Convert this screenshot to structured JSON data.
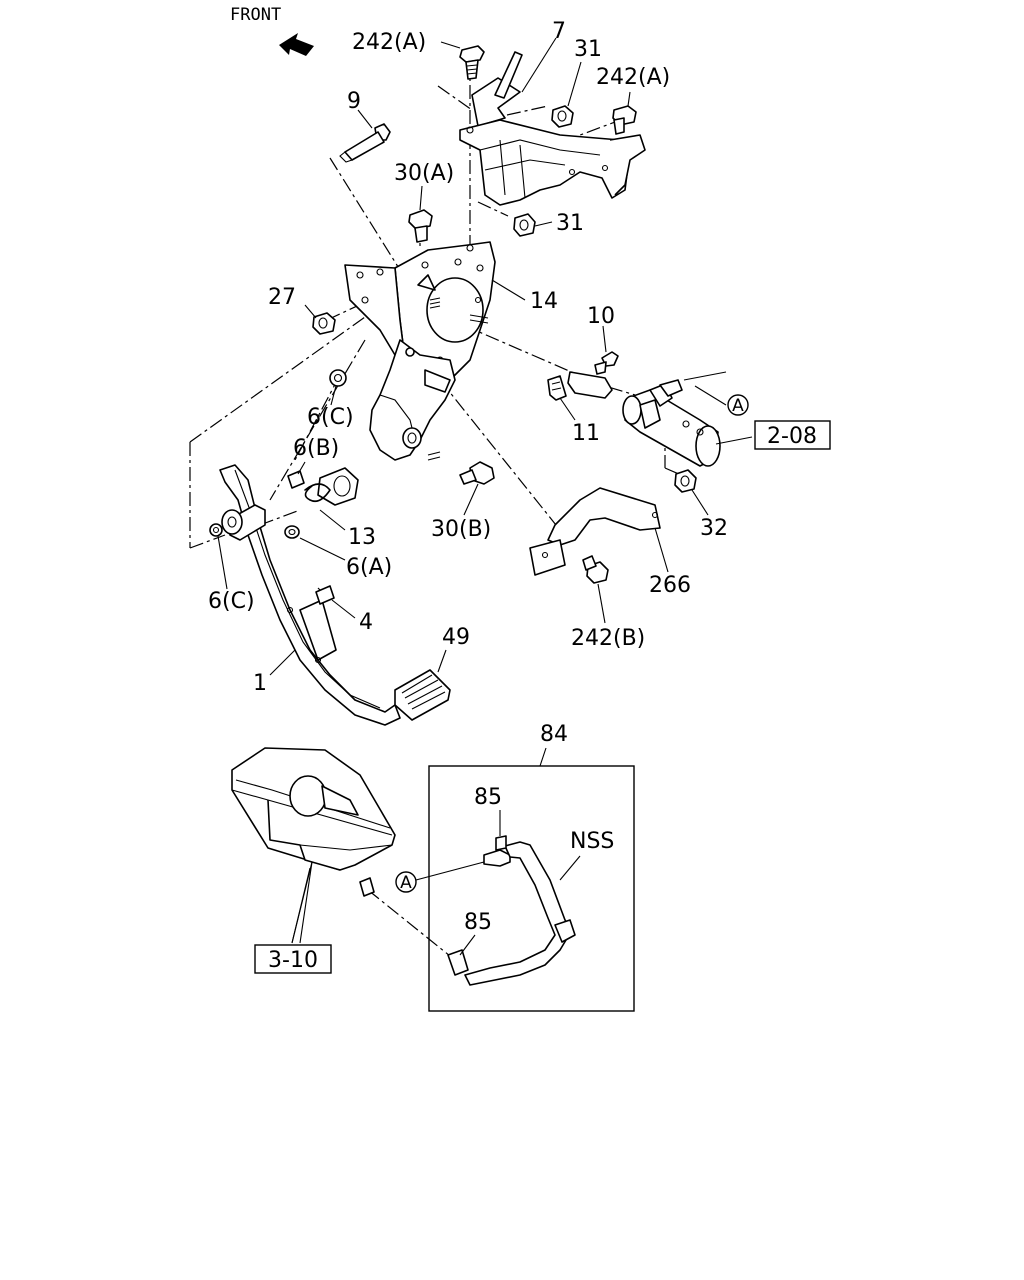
{
  "front_label": "FRONT",
  "labels": {
    "p242a_top": "242(A)",
    "p7": "7",
    "p31_top": "31",
    "p242a_right": "242(A)",
    "p9": "9",
    "p30a": "30(A)",
    "p31_mid": "31",
    "p27": "27",
    "p14": "14",
    "p10": "10",
    "p11": "11",
    "p6c_upper": "6(C)",
    "p6b": "6(B)",
    "p13": "13",
    "p30b": "30(B)",
    "p6a": "6(A)",
    "p6c_lower": "6(C)",
    "p4": "4",
    "p1": "1",
    "p49": "49",
    "p32": "32",
    "p266": "266",
    "p242b": "242(B)",
    "p84": "84",
    "p85_top": "85",
    "p85_bottom": "85",
    "nss": "NSS",
    "callout_a_upper": "A",
    "callout_a_lower": "A"
  },
  "references": {
    "master_cylinder": "2-08",
    "reservoir": "3-10"
  }
}
